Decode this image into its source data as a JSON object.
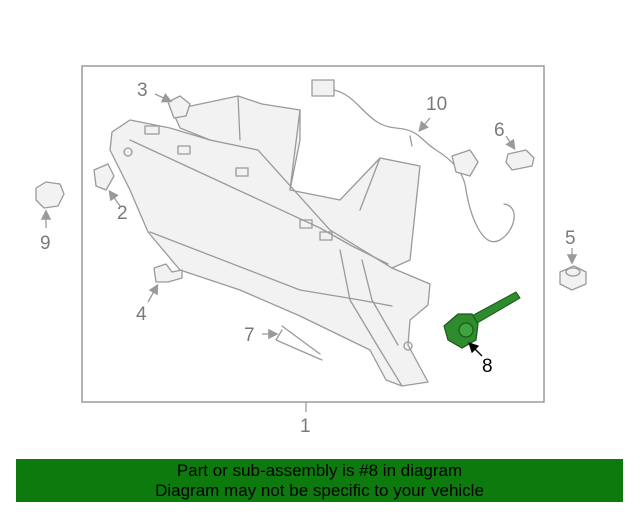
{
  "callouts": {
    "c1": "1",
    "c2": "2",
    "c3": "3",
    "c4": "4",
    "c5": "5",
    "c6": "6",
    "c7": "7",
    "c8": "8",
    "c9": "9",
    "c10": "10"
  },
  "highlight_part": "8",
  "colors": {
    "highlight_part": "#2e8b2e",
    "banner_background": "#0c7a0c",
    "line_art": "#9a9a9a"
  },
  "banner": {
    "line1": "Part or sub-assembly is #8 in diagram",
    "line2": "Diagram may not be specific to your vehicle"
  }
}
